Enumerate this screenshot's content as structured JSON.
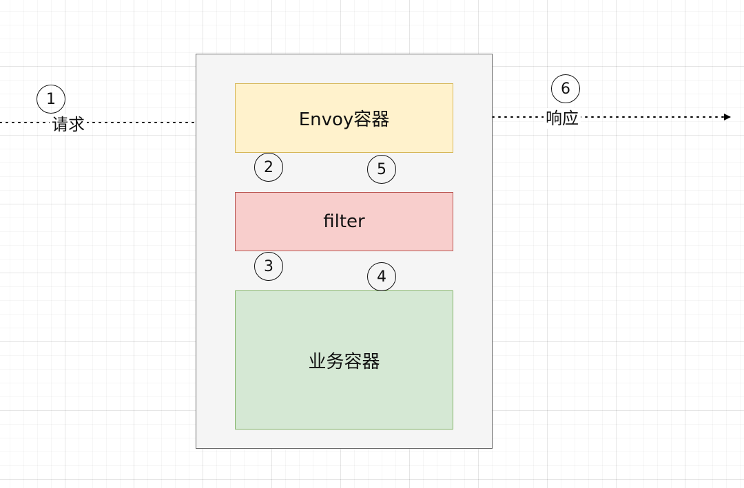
{
  "nodes": {
    "envoy": "Envoy容器",
    "filter": "filter",
    "business": "业务容器"
  },
  "steps": [
    "1",
    "2",
    "3",
    "4",
    "5",
    "6"
  ],
  "edges": {
    "request": "请求",
    "response": "响应"
  }
}
